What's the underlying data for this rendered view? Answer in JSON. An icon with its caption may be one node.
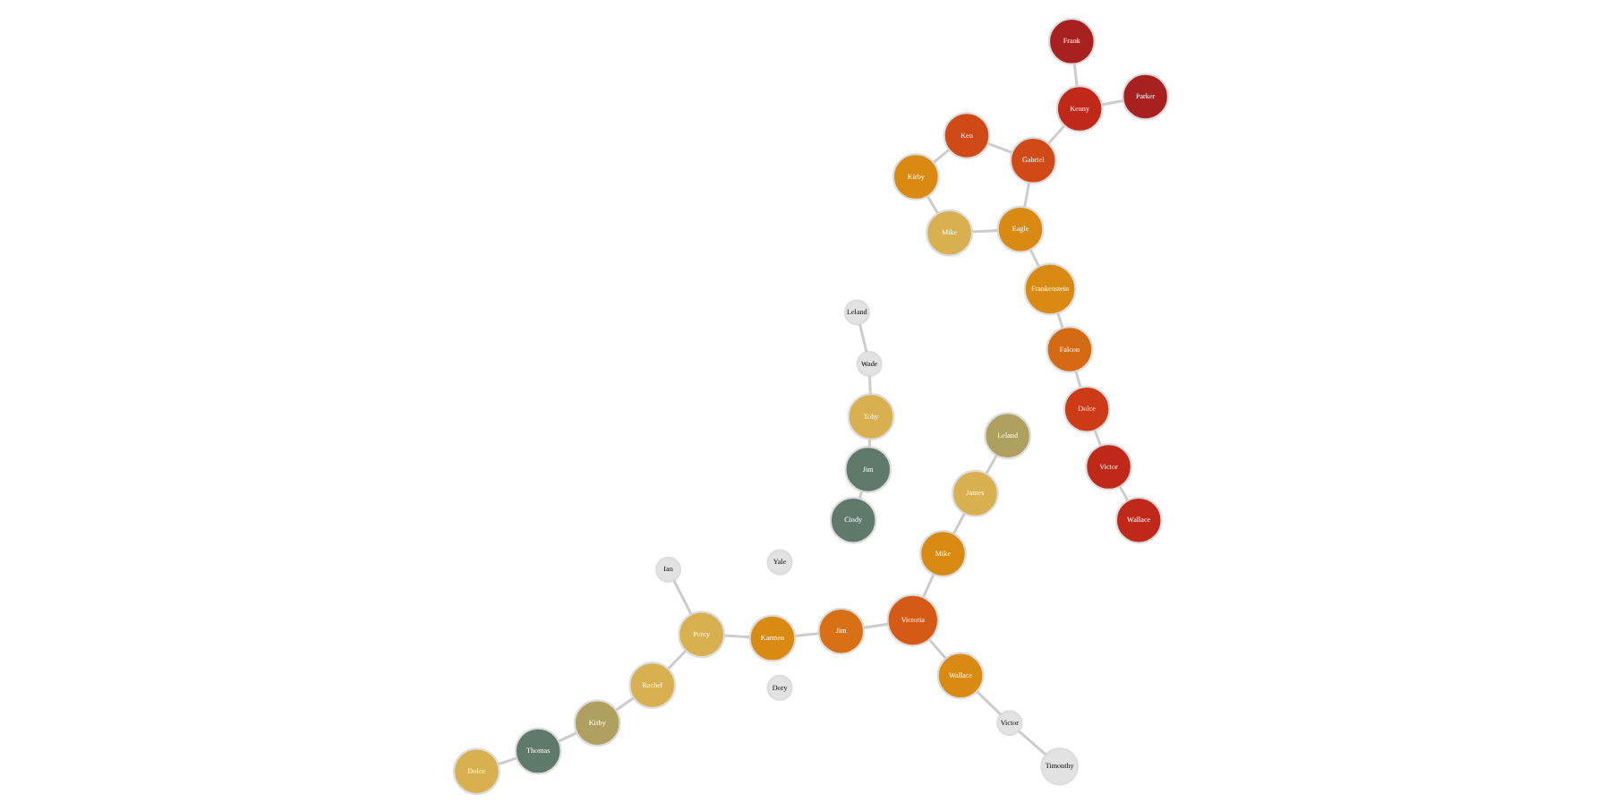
{
  "diagram": {
    "nodes": [
      {
        "text": [
          "Mike"
        ]
      },
      {
        "text": [
          "Kirby"
        ]
      },
      {
        "text": [
          "Ken"
        ]
      },
      {
        "text": [
          "Dolce"
        ]
      },
      {
        "text": [
          "Eagle"
        ]
      },
      {
        "text": [
          "Gabriel"
        ]
      },
      {
        "text": [
          "Frank"
        ]
      },
      {
        "text": [
          "Thomas"
        ]
      },
      {
        "text": [
          "Cindy"
        ]
      },
      {
        "text": [
          "Frankenstein"
        ]
      },
      {
        "text": [
          "Kirby"
        ]
      },
      {
        "text": [
          "Rachel"
        ]
      },
      {
        "text": [
          "Kenny"
        ]
      },
      {
        "text": [
          "Falcon"
        ]
      },
      {
        "text": [
          "Ian"
        ]
      },
      {
        "text": [
          "Jim"
        ]
      },
      {
        "text": [
          "Yale"
        ]
      },
      {
        "text": [
          "Percy"
        ]
      },
      {
        "text": [
          "Toby"
        ]
      },
      {
        "text": [
          "Dolce"
        ]
      },
      {
        "text": [
          "Parker"
        ]
      },
      {
        "text": [
          "Karmen"
        ]
      },
      {
        "text": [
          "Leland"
        ]
      },
      {
        "text": [
          "Wade"
        ]
      },
      {
        "text": [
          "Jim"
        ]
      },
      {
        "text": [
          "Dory"
        ]
      },
      {
        "text": [
          "Timonthy"
        ]
      },
      {
        "text": [
          "Victor"
        ]
      },
      {
        "text": [
          "Victor"
        ]
      },
      {
        "text": [
          "Leland"
        ]
      },
      {
        "text": [
          "James"
        ]
      },
      {
        "text": [
          "Wallace"
        ]
      },
      {
        "text": [
          "Victoria"
        ]
      },
      {
        "text": [
          "Wallace"
        ]
      },
      {
        "text": [
          "Mike"
        ]
      }
    ],
    "edges": [
      {
        "from": 0,
        "to": 1,
        "arrow": "none"
      },
      {
        "from": 1,
        "to": 2,
        "arrow": "none"
      },
      {
        "from": 0,
        "to": 4,
        "arrow": "none"
      },
      {
        "from": 2,
        "to": 5,
        "arrow": "none"
      },
      {
        "from": 4,
        "to": 5,
        "arrow": "none"
      },
      {
        "from": 4,
        "to": 9,
        "arrow": "none"
      },
      {
        "from": 5,
        "to": 12,
        "arrow": "none"
      },
      {
        "from": 6,
        "to": 12,
        "arrow": "none"
      },
      {
        "from": 12,
        "to": 20,
        "arrow": "none"
      },
      {
        "from": 9,
        "to": 13,
        "arrow": "none"
      },
      {
        "from": 13,
        "to": 19,
        "arrow": "none"
      },
      {
        "from": 19,
        "to": 28,
        "arrow": "none"
      },
      {
        "from": 28,
        "to": 33,
        "arrow": "none"
      },
      {
        "from": 3,
        "to": 7,
        "arrow": "none"
      },
      {
        "from": 7,
        "to": 10,
        "arrow": "none"
      },
      {
        "from": 10,
        "to": 11,
        "arrow": "none"
      },
      {
        "from": 11,
        "to": 17,
        "arrow": "none"
      },
      {
        "from": 17,
        "to": 14,
        "arrow": "none"
      },
      {
        "from": 17,
        "to": 21,
        "arrow": "none"
      },
      {
        "from": 21,
        "to": 24,
        "arrow": "none"
      },
      {
        "from": 24,
        "to": 32,
        "arrow": "none"
      },
      {
        "from": 32,
        "to": 31,
        "arrow": "none"
      },
      {
        "from": 32,
        "to": 34,
        "arrow": "none"
      },
      {
        "from": 34,
        "to": 30,
        "arrow": "none"
      },
      {
        "from": 30,
        "to": 29,
        "arrow": "none"
      },
      {
        "from": 8,
        "to": 15,
        "arrow": "none"
      },
      {
        "from": 15,
        "to": 18,
        "arrow": "none"
      },
      {
        "from": 18,
        "to": 23,
        "arrow": "none"
      },
      {
        "from": 23,
        "to": 22,
        "arrow": "none"
      },
      {
        "from": 26,
        "to": 27,
        "arrow": "none"
      },
      {
        "from": 27,
        "to": 31,
        "arrow": "none"
      }
    ]
  }
}
